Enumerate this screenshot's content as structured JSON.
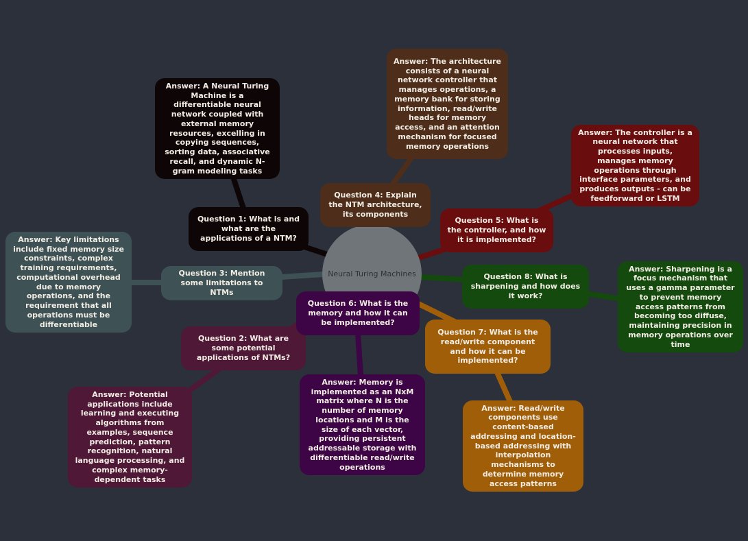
{
  "center": {
    "label": "Neural Turing Machines",
    "color": "#6f7579"
  },
  "questions": [
    {
      "id": "q1",
      "text": "Question 1: What is and what are the applications of a NTM?",
      "color": "#0e0606"
    },
    {
      "id": "q2",
      "text": "Question 2: What are some potential applications of NTMs?",
      "color": "#4f1837"
    },
    {
      "id": "q3",
      "text": "Question 3: Mention some limitations to NTMs",
      "color": "#3e5256"
    },
    {
      "id": "q4",
      "text": "Question 4: Explain the NTM architecture, its components",
      "color": "#4e2e1a"
    },
    {
      "id": "q5",
      "text": "Question 5: What is the controller, and how it is implemented?",
      "color": "#6a0d0e"
    },
    {
      "id": "q6",
      "text": "Question 6: What is the memory and how it can be implemented?",
      "color": "#3d0545"
    },
    {
      "id": "q7",
      "text": "Question 7: What is the read/write component and how it can be implemented?",
      "color": "#a05e08"
    },
    {
      "id": "q8",
      "text": "Question 8: What is sharpening and how does it work?",
      "color": "#144a0e"
    }
  ],
  "answers": [
    {
      "id": "a1",
      "text": "Answer: A Neural Turing Machine is a differentiable neural network coupled with external memory resources, excelling in copying sequences, sorting data, associative recall, and dynamic N-gram modeling tasks",
      "color": "#0e0606"
    },
    {
      "id": "a2",
      "text": "Answer: Potential applications include learning and executing algorithms from examples, sequence prediction, pattern recognition, natural language processing, and complex memory-dependent tasks",
      "color": "#4f1837"
    },
    {
      "id": "a3",
      "text": "Answer: Key limitations include fixed memory size constraints, complex training requirements, computational overhead due to memory operations, and the requirement that all operations must be differentiable",
      "color": "#3e5256"
    },
    {
      "id": "a4",
      "text": "Answer: The architecture consists of a neural network controller that manages operations, a memory bank for storing information, read/write heads for memory access, and an attention mechanism for focused memory operations",
      "color": "#4e2e1a"
    },
    {
      "id": "a5",
      "text": "Answer: The controller is a neural network that processes inputs, manages memory operations through interface parameters, and produces outputs - can be feedforward or LSTM",
      "color": "#6a0d0e"
    },
    {
      "id": "a6",
      "text": "Answer: Memory is implemented as an NxM matrix where N is the number of memory locations and M is the size of each vector, providing persistent addressable storage with differentiable read/write operations",
      "color": "#3d0545"
    },
    {
      "id": "a7",
      "text": "Answer: Read/write components use content-based addressing and location-based addressing with interpolation mechanisms to determine memory access patterns",
      "color": "#a05e08"
    },
    {
      "id": "a8",
      "text": "Answer: Sharpening is a focus mechanism that uses a gamma parameter to prevent memory access patterns from becoming too diffuse, maintaining precision in memory operations over time",
      "color": "#144a0e"
    }
  ]
}
